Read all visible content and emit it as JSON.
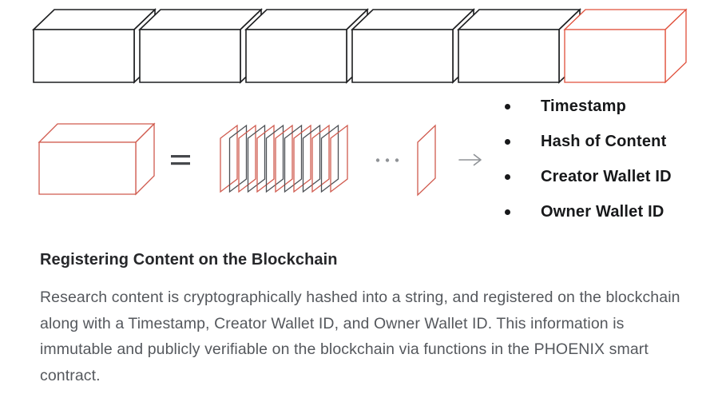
{
  "page": {
    "background": "#ffffff"
  },
  "diagram": {
    "colors": {
      "block_stroke": "#1d1e20",
      "highlight_red": "#e04f3a",
      "shape_red": "#d05a4e",
      "sheet_gray": "#4c5055",
      "symbol_gray": "#8f9296",
      "equals_gray": "#46484c",
      "fill_white": "#ffffff"
    },
    "chain_blocks": {
      "count": 6,
      "highlight_index": 5
    },
    "content_block": {
      "label": "content-block"
    },
    "hash_sheets": {
      "count": 13
    },
    "symbols": {
      "equals": "=",
      "ellipsis": "...",
      "arrow": "→"
    },
    "bullet_list": {
      "items": [
        "Timestamp",
        "Hash of Content",
        "Creator Wallet ID",
        "Owner Wallet ID"
      ]
    }
  },
  "section": {
    "heading": "Registering Content on the Blockchain",
    "body": "Research content is cryptographically hashed into a string, and registered on the blockchain along with a Timestamp, Creator Wallet ID, and Owner Wallet ID. This information is immutable and publicly verifiable on the blockchain via functions in the PHOENIX smart contract."
  }
}
